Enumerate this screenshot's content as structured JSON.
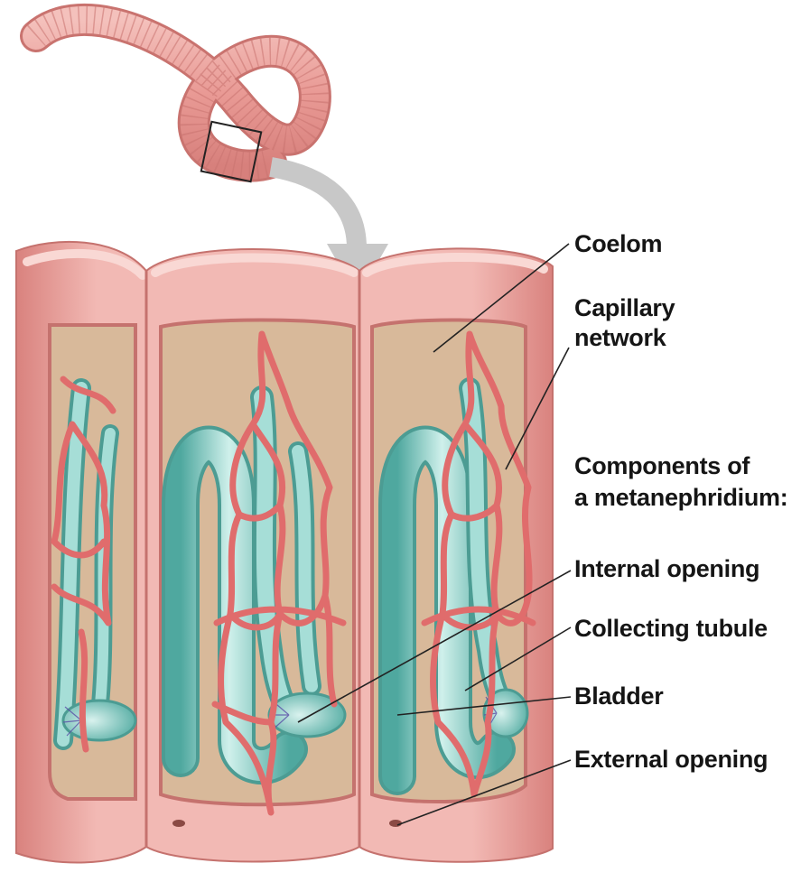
{
  "labels": {
    "coelom": "Coelom",
    "capillary_line1": "Capillary",
    "capillary_line2": "network",
    "components_line1": "Components of",
    "components_line2": "a metanephridium:",
    "internal_opening": "Internal opening",
    "collecting_tubule": "Collecting tubule",
    "bladder": "Bladder",
    "external_opening": "External opening"
  },
  "colors": {
    "body_wall": "#ecaaa6",
    "coelom_fill": "#d8b99a",
    "capillary": "#e06c6c",
    "tubule": "#79c9c0",
    "label_text": "#151515"
  }
}
